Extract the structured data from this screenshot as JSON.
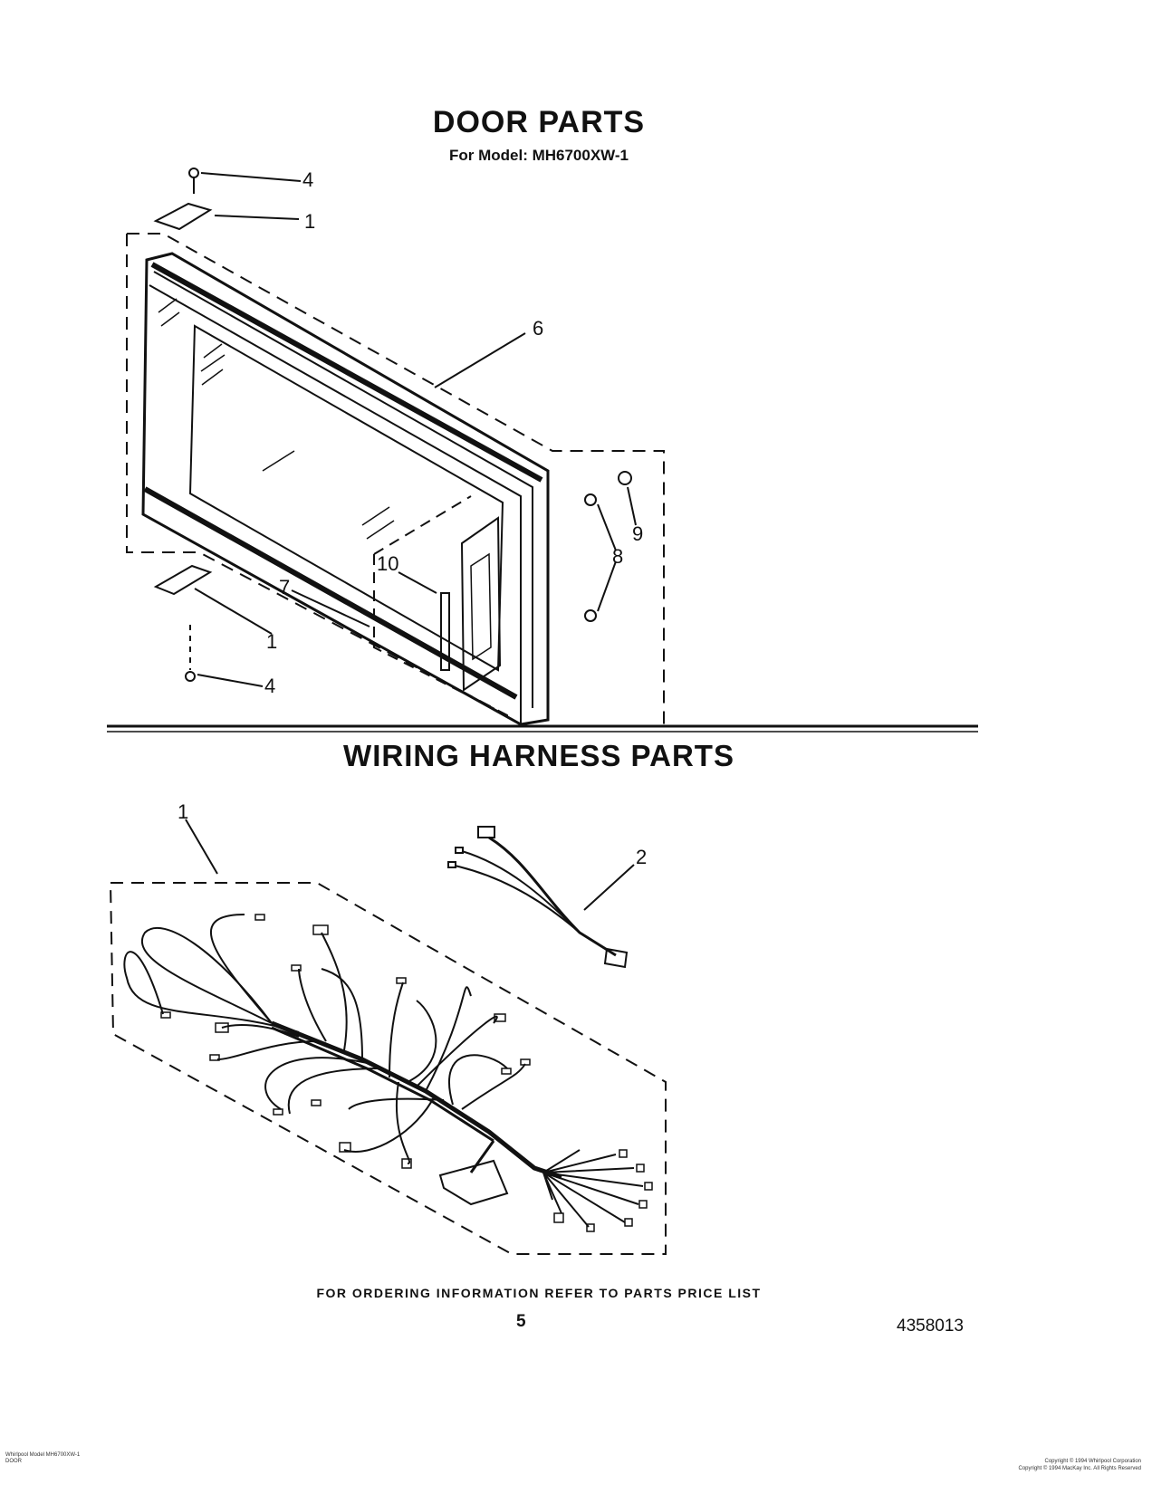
{
  "door_section": {
    "title": "DOOR PARTS",
    "model_line": "For Model: MH6700XW-1",
    "callouts": [
      "4",
      "1",
      "6",
      "9",
      "8",
      "10",
      "7",
      "1",
      "4"
    ]
  },
  "wiring_section": {
    "title": "WIRING HARNESS PARTS",
    "callouts": [
      "1",
      "2"
    ]
  },
  "footer": {
    "ordering_note": "FOR ORDERING INFORMATION REFER TO PARTS PRICE LIST",
    "page_number": "5",
    "document_number": "4358013",
    "left_small": [
      "Whirlpool Model MH6700XW-1",
      "DOOR"
    ],
    "right_small": [
      "Copyright © 1994 Whirlpool Corporation",
      "Copyright © 1994 MacKay Inc. All Rights Reserved"
    ]
  }
}
